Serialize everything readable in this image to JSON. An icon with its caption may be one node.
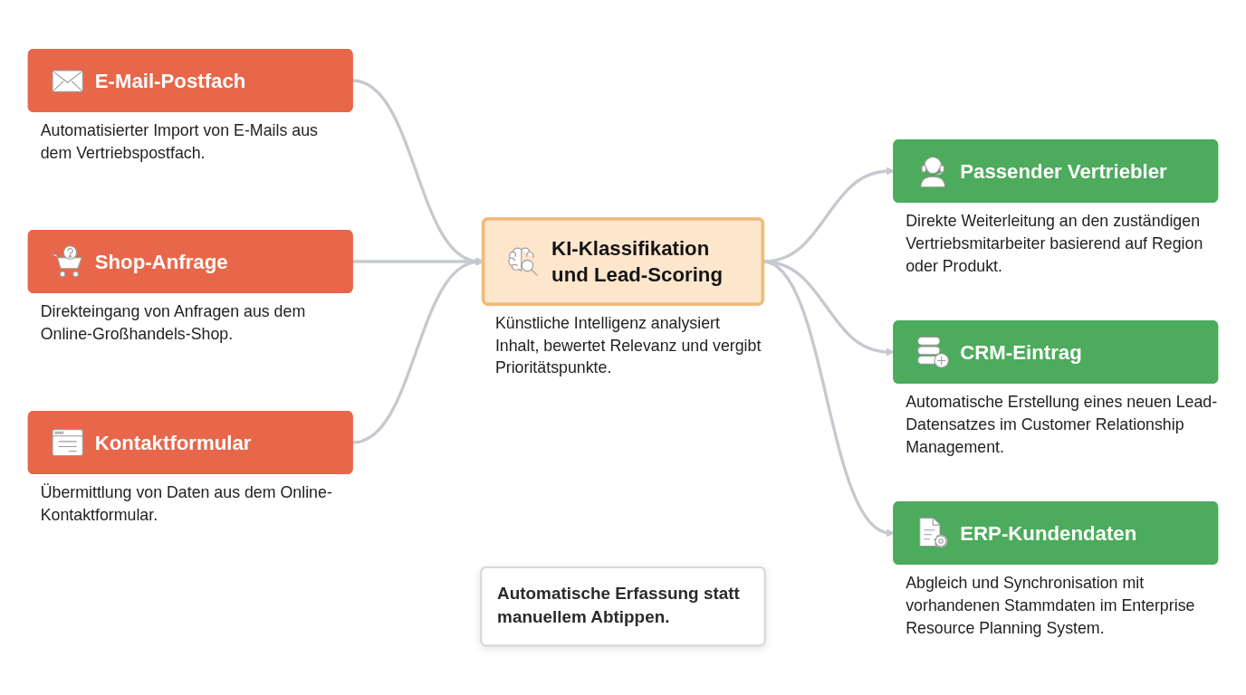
{
  "diagram": {
    "nodes": [
      {
        "text": [
          "E-Mail-Postfach"
        ],
        "beside": [
          "Automatisierter Import von E-Mails aus dem Vertriebspostfach."
        ]
      },
      {
        "text": [
          "Shop-Anfrage"
        ],
        "beside": [
          "Direkteingang von Anfragen aus dem Online-Großhandels-Shop."
        ]
      },
      {
        "text": [
          "Kontaktformular"
        ],
        "beside": [
          "Übermittlung von Daten aus dem Online-Kontaktformular."
        ]
      },
      {
        "text": [
          "KI-Klassifikation und Lead-Scoring"
        ],
        "beside": [
          "Künstliche Intelligenz analysiert Inhalt, bewertet Relevanz und vergibt Prioritätspunkte."
        ]
      },
      {
        "text": [
          "Passender Vertriebler"
        ],
        "beside": [
          "Direkte Weiterleitung an den zuständigen Vertriebsmitarbeiter basierend auf Region oder Produkt."
        ]
      },
      {
        "text": [
          "CRM-Eintrag"
        ],
        "beside": [
          "Automatische Erstellung eines neuen Lead-Datensatzes im Customer Relationship Management."
        ]
      },
      {
        "text": [
          "ERP-Kundendaten"
        ],
        "beside": [
          "Abgleich und Synchronisation mit vorhandenen Stammdaten im Enterprise Resource Planning System."
        ]
      },
      {
        "text": [
          "Automatische Erfassung statt manuellem Abtippen."
        ]
      }
    ],
    "edges": [
      {
        "from": 0,
        "to": 3,
        "arrow": "to"
      },
      {
        "from": 1,
        "to": 3,
        "arrow": "to"
      },
      {
        "from": 2,
        "to": 3,
        "arrow": "to"
      },
      {
        "from": 3,
        "to": 4,
        "arrow": "to"
      },
      {
        "from": 3,
        "to": 5,
        "arrow": "to"
      },
      {
        "from": 3,
        "to": 6,
        "arrow": "to"
      }
    ]
  }
}
